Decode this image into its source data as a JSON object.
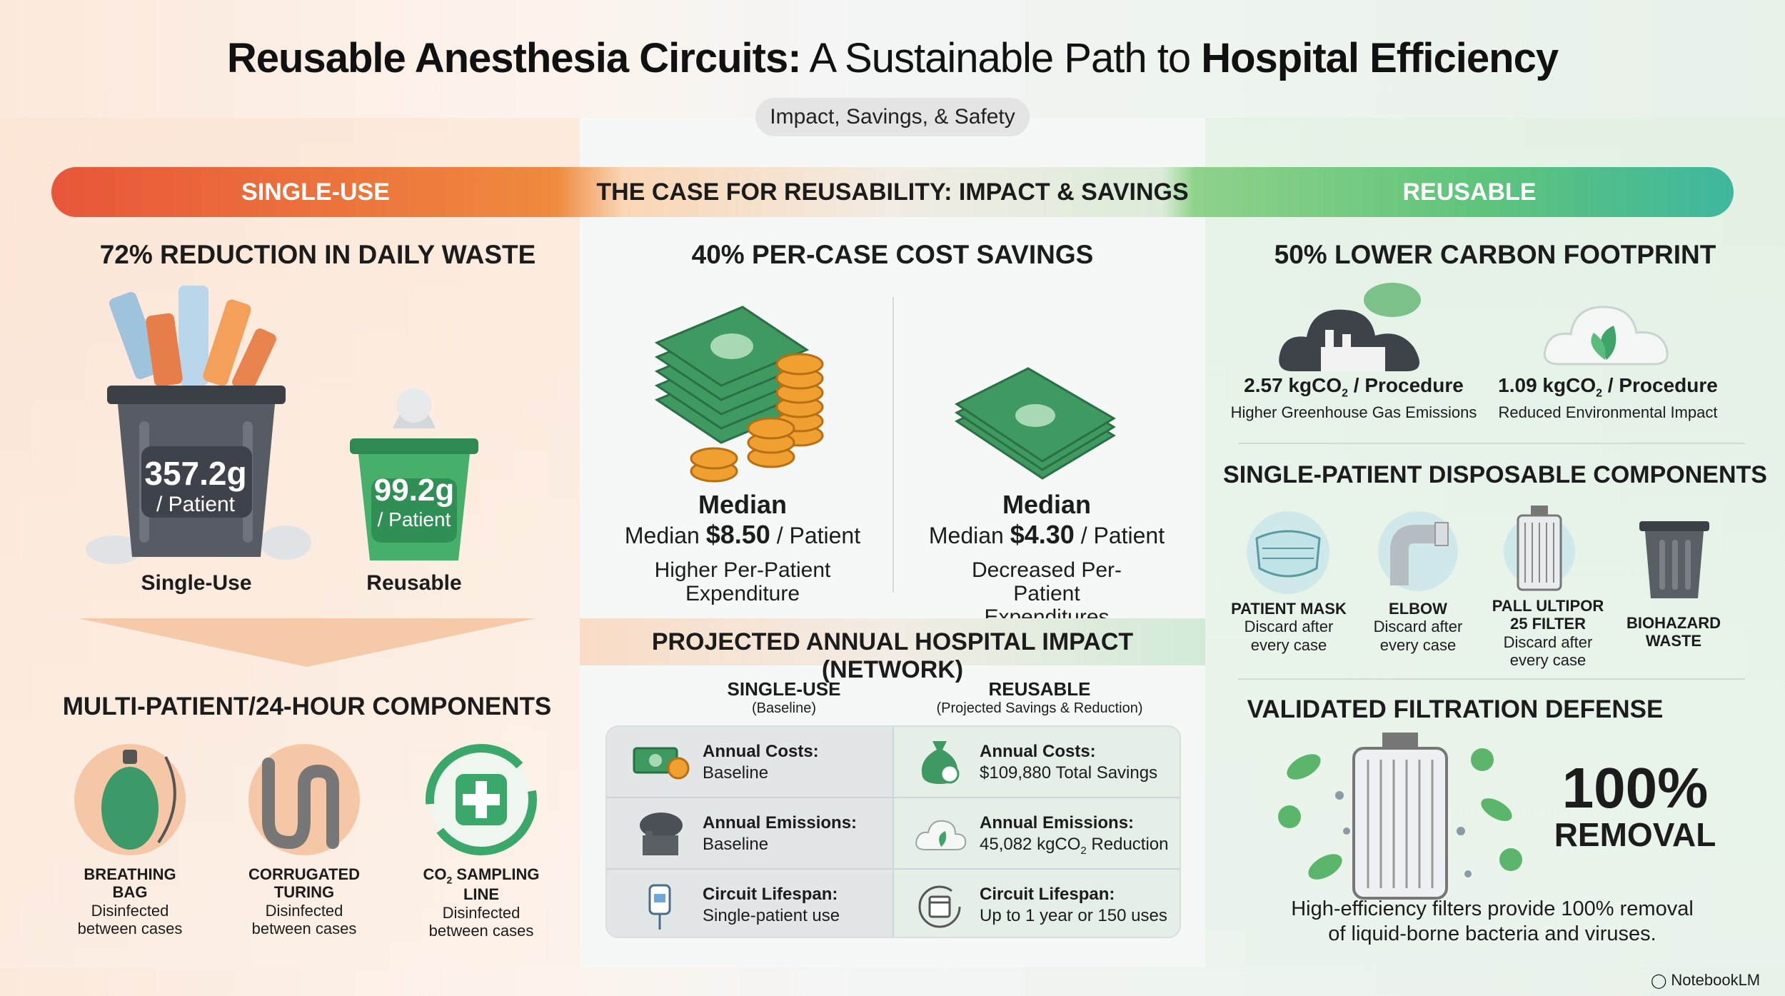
{
  "title": {
    "part1": "Reusable Anesthesia Circuits:",
    "part2": " A Sustainable Path to ",
    "part3": "Hospital Efficiency"
  },
  "subtitle": "Impact, Savings, & Safety",
  "bands": {
    "left": "SINGLE-USE",
    "center": "THE CASE FOR REUSABILITY: IMPACT & SAVINGS",
    "right": "REUSABLE"
  },
  "waste": {
    "heading": "72% REDUCTION IN DAILY WASTE",
    "single_value": "357.2g",
    "single_unit": "/ Patient",
    "single_label": "Single-Use",
    "reusable_value": "99.2g",
    "reusable_unit": "/ Patient",
    "reusable_label": "Reusable"
  },
  "multi": {
    "heading": "MULTI-PATIENT/24-HOUR COMPONENTS",
    "items": [
      {
        "title": "BREATHING BAG",
        "desc": "Disinfected between cases"
      },
      {
        "title": "CORRUGATED TURING",
        "desc": "Disinfected between cases"
      },
      {
        "title_pre": "CO",
        "title_sub": "2",
        "title_post": " SAMPLING LINE",
        "desc": "Disinfected between cases"
      }
    ]
  },
  "cost": {
    "heading": "40% PER-CASE COST SAVINGS",
    "left": {
      "head": "Median",
      "prefix": "Median ",
      "value": "$8.50",
      "suffix": " / Patient",
      "desc": "Higher Per-Patient Expenditure"
    },
    "right": {
      "head": "Median",
      "prefix": "Median ",
      "value": "$4.30",
      "suffix": " / Patient",
      "desc": "Decreased Per-Patient Expenditures"
    }
  },
  "annual": {
    "heading": "PROJECTED ANNUAL HOSPITAL IMPACT (NETWORK)",
    "col_single": "SINGLE-USE",
    "col_single_sub": "(Baseline)",
    "col_reusable": "REUSABLE",
    "col_reusable_sub": "(Projected Savings & Reduction)",
    "rows": [
      {
        "l_label": "Annual Costs:",
        "l_value": "Baseline",
        "r_label": "Annual Costs:",
        "r_value": "$109,880 Total Savings"
      },
      {
        "l_label": "Annual Emissions:",
        "l_value": "Baseline",
        "r_label": "Annual Emissions:",
        "r_value_pre": "45,082 kgCO",
        "r_value_sub": "2",
        "r_value_post": " Reduction"
      },
      {
        "l_label": "Circuit Lifespan:",
        "l_value": "Single-patient use",
        "r_label": "Circuit Lifespan:",
        "r_value": "Up to 1 year or 150 uses"
      }
    ]
  },
  "carbon": {
    "heading": "50% LOWER CARBON FOOTPRINT",
    "left": {
      "value_pre": "2.57 kgCO",
      "value_sub": "2",
      "value_post": " / Procedure",
      "desc": "Higher Greenhouse Gas Emissions"
    },
    "right": {
      "value_pre": "1.09 kgCO",
      "value_sub": "2",
      "value_post": " / Procedure",
      "desc": "Reduced Environmental Impact"
    }
  },
  "disposable": {
    "heading": "SINGLE-PATIENT DISPOSABLE COMPONENTS",
    "items": [
      {
        "title": "PATIENT MASK",
        "desc": "Discard after every case"
      },
      {
        "title": "ELBOW",
        "desc": "Discard after every case"
      },
      {
        "title": "PALL ULTIPOR 25 FILTER",
        "desc": "Discard after every case"
      },
      {
        "title": "BIOHAZARD WASTE",
        "desc": ""
      }
    ]
  },
  "filtration": {
    "heading": "VALIDATED FILTRATION DEFENSE",
    "big": "100%",
    "big2": "REMOVAL",
    "desc1": "High-efficiency filters provide 100% removal",
    "desc2": "of liquid-borne bacteria and viruses."
  },
  "brand": "NotebookLM",
  "colors": {
    "orange": "#ef7a3a",
    "red": "#e8563a",
    "green": "#3fa468",
    "teal": "#3fb79e",
    "money": "#3f9a62",
    "gold": "#f0a030"
  }
}
